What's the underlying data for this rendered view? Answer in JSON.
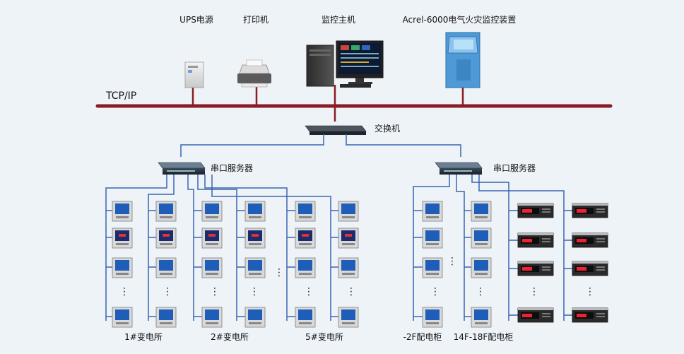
{
  "network": {
    "bus_label": "TCP/IP",
    "switch_label": "交换机",
    "serial_server_label": "串口服务器"
  },
  "devices": {
    "ups": "UPS电源",
    "printer": "打印机",
    "host": "监控主机",
    "fire": "Acrel-6000电气火灾监控装置"
  },
  "groups": [
    "1#变电所",
    "2#变电所",
    "5#变电所",
    "-2F配电柜",
    "14F-18F配电柜"
  ],
  "ellipsis": "⋮",
  "colors": {
    "bus": "#8b1c24",
    "wire": "#3a64b0",
    "meter_screen": "#1e5db8",
    "meter_screen_dark": "#1c2a6e"
  }
}
